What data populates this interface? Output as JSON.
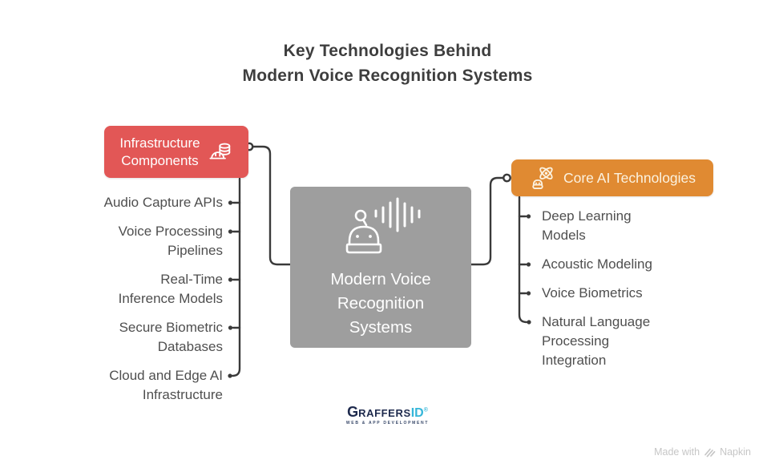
{
  "title": {
    "lines": [
      "Key Technologies Behind",
      "Modern Voice Recognition Systems"
    ]
  },
  "center_node": {
    "label_lines": [
      "Modern Voice",
      "Recognition",
      "Systems"
    ],
    "icon": "voice-robot-soundwave-icon",
    "color": "#9E9E9E",
    "text_color": "#FFFFFF"
  },
  "left_branch": {
    "label_lines": [
      "Infrastructure",
      "Components"
    ],
    "icon": "hardhat-database-icon",
    "color": "#E25756",
    "text_color": "#FFFFFF",
    "items": [
      [
        "Audio Capture APIs"
      ],
      [
        "Voice Processing",
        "Pipelines"
      ],
      [
        "Real-Time",
        "Inference Models"
      ],
      [
        "Secure Biometric",
        "Databases"
      ],
      [
        "Cloud and Edge AI",
        "Infrastructure"
      ]
    ]
  },
  "right_branch": {
    "label": "Core AI Technologies",
    "icon": "robot-atom-icon",
    "color": "#E08A32",
    "text_color": "#FBF2E0",
    "items": [
      [
        "Deep Learning",
        "Models"
      ],
      [
        "Acoustic Modeling"
      ],
      [
        "Voice Biometrics"
      ],
      [
        "Natural Language",
        "Processing",
        "Integration"
      ]
    ]
  },
  "connector_color": "#3A3A3A",
  "item_text_color": "#4F4F4F",
  "footer": {
    "logo_g": "G",
    "logo_rest": "RAFFERS",
    "logo_id": "ID",
    "logo_reg": "®",
    "logo_tagline": "WEB & APP DEVELOPMENT",
    "credit_prefix": "Made with",
    "credit_brand": "Napkin"
  }
}
